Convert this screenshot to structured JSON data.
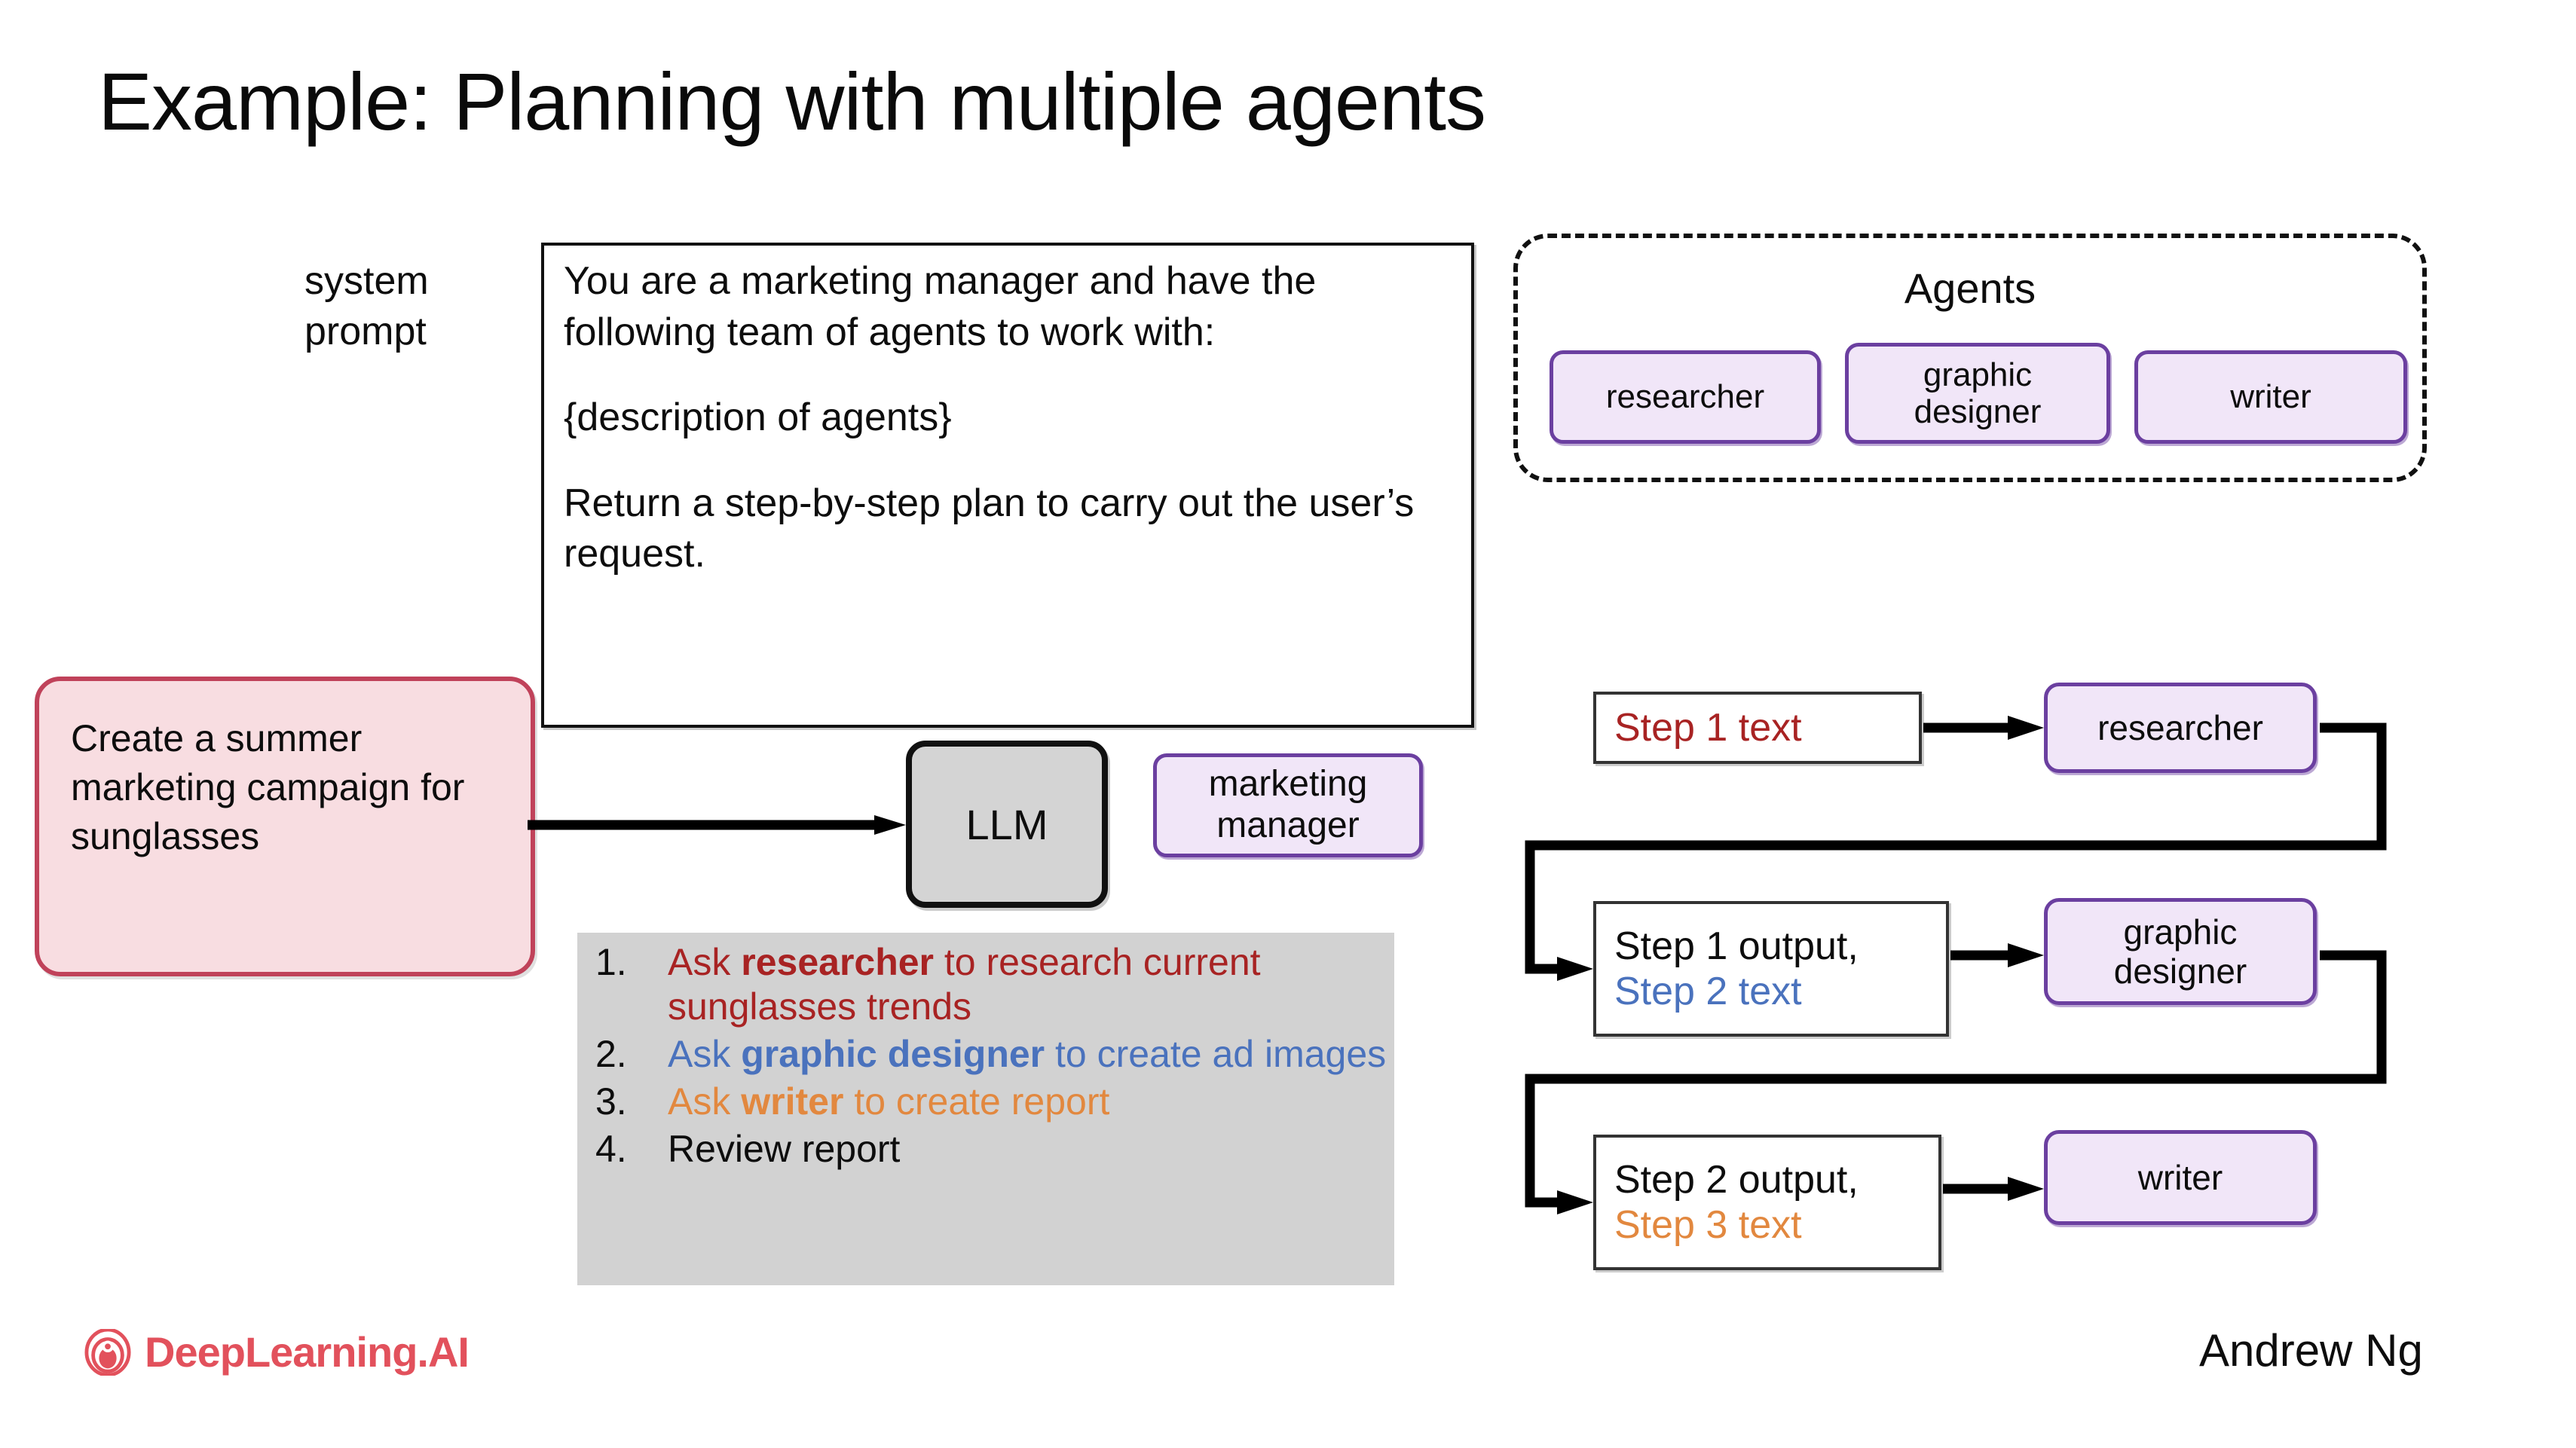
{
  "slide": {
    "title": "Example: Planning with multiple agents"
  },
  "system_prompt": {
    "label": "system\nprompt",
    "paragraphs": [
      "You are a marketing manager and have the following team of agents to work with:",
      "{description of agents}",
      "Return a step-by-step plan to carry out the user’s request."
    ]
  },
  "agents_group": {
    "title": "Agents",
    "chips": [
      {
        "label": "researcher"
      },
      {
        "label": "graphic\ndesigner"
      },
      {
        "label": "writer"
      }
    ]
  },
  "user_request": {
    "text": "Create a summer marketing campaign for sunglasses"
  },
  "llm": {
    "label": "LLM",
    "role_chip": "marketing\nmanager"
  },
  "plan": {
    "items": [
      {
        "number": "1.",
        "color": "#a82323",
        "segments": [
          {
            "text": "Ask ",
            "bold": false
          },
          {
            "text": "researcher",
            "bold": true
          },
          {
            "text": " to research current sunglasses trends",
            "bold": false
          }
        ]
      },
      {
        "number": "2.",
        "color": "#4a72bd",
        "segments": [
          {
            "text": "Ask ",
            "bold": false
          },
          {
            "text": "graphic designer",
            "bold": true
          },
          {
            "text": " to create ad images",
            "bold": false
          }
        ]
      },
      {
        "number": "3.",
        "color": "#e2883f",
        "segments": [
          {
            "text": "Ask ",
            "bold": false
          },
          {
            "text": "writer",
            "bold": true
          },
          {
            "text": " to create report",
            "bold": false
          }
        ]
      },
      {
        "number": "4.",
        "color": "#0d0d0d",
        "segments": [
          {
            "text": "Review report",
            "bold": false
          }
        ]
      }
    ]
  },
  "flow": {
    "steps": [
      {
        "box_lines": [
          {
            "text": "Step 1 text",
            "color": "#a82323"
          }
        ],
        "agent": "researcher"
      },
      {
        "box_lines": [
          {
            "text": "Step 1 output,",
            "color": "#0d0d0d"
          },
          {
            "text": "Step 2 text",
            "color": "#4a72bd"
          }
        ],
        "agent": "graphic\ndesigner"
      },
      {
        "box_lines": [
          {
            "text": "Step 2 output,",
            "color": "#0d0d0d"
          },
          {
            "text": "Step 3 text",
            "color": "#e2883f"
          }
        ],
        "agent": "writer"
      }
    ]
  },
  "footer": {
    "brand": "DeepLearning.AI",
    "author": "Andrew Ng"
  },
  "colors": {
    "red": "#a82323",
    "blue": "#4a72bd",
    "orange": "#e2883f",
    "purple_border": "#6b3fa0",
    "purple_fill": "#f1e6f8",
    "pink_fill": "#f8dde1",
    "pink_border": "#c0425a",
    "grey_panel": "#d2d2d2",
    "llm_fill": "#d4d4d4",
    "brand_red": "#e2515c"
  }
}
